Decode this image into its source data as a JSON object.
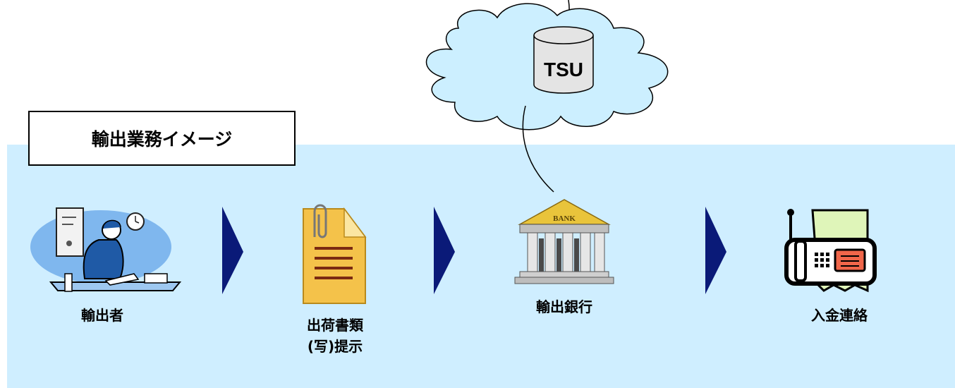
{
  "title": "輸出業務イメージ",
  "cloud": {
    "db_label": "TSU"
  },
  "steps": [
    {
      "label": "輸出者",
      "icon": "exporter-desk-icon"
    },
    {
      "label_line1": "出荷書類",
      "label_line2": "(写)提示",
      "icon": "document-icon"
    },
    {
      "label": "輸出銀行",
      "icon": "bank-icon",
      "sign": "BANK"
    },
    {
      "label": "入金連絡",
      "icon": "fax-icon"
    }
  ],
  "colors": {
    "band": "#cfeeff",
    "arrow": "#0a1a78",
    "cloud_fill": "#ccefff",
    "document": "#f4c24a",
    "bank_roof": "#e9c43b"
  }
}
